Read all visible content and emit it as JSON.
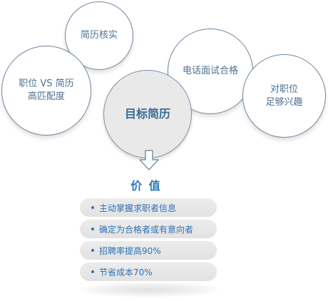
{
  "circles": {
    "verify": "简历核实",
    "match": "职位 VS 简历\n高匹配度",
    "phone": "电话面试合格",
    "interest": "对职位\n足够兴趣",
    "target": "目标简历"
  },
  "value": {
    "title": "价 值",
    "items": [
      "主动掌握求职者信息",
      "确定为合格者或有意向者",
      "招聘率提高90%",
      "节省成本70%"
    ]
  },
  "colors": {
    "circle_border": "#6f879f",
    "circle_text": "#4c6f92",
    "target_fill": "#e9e9e9",
    "accent_blue": "#2e78b8",
    "pill_fill": "#e6e6e6"
  }
}
